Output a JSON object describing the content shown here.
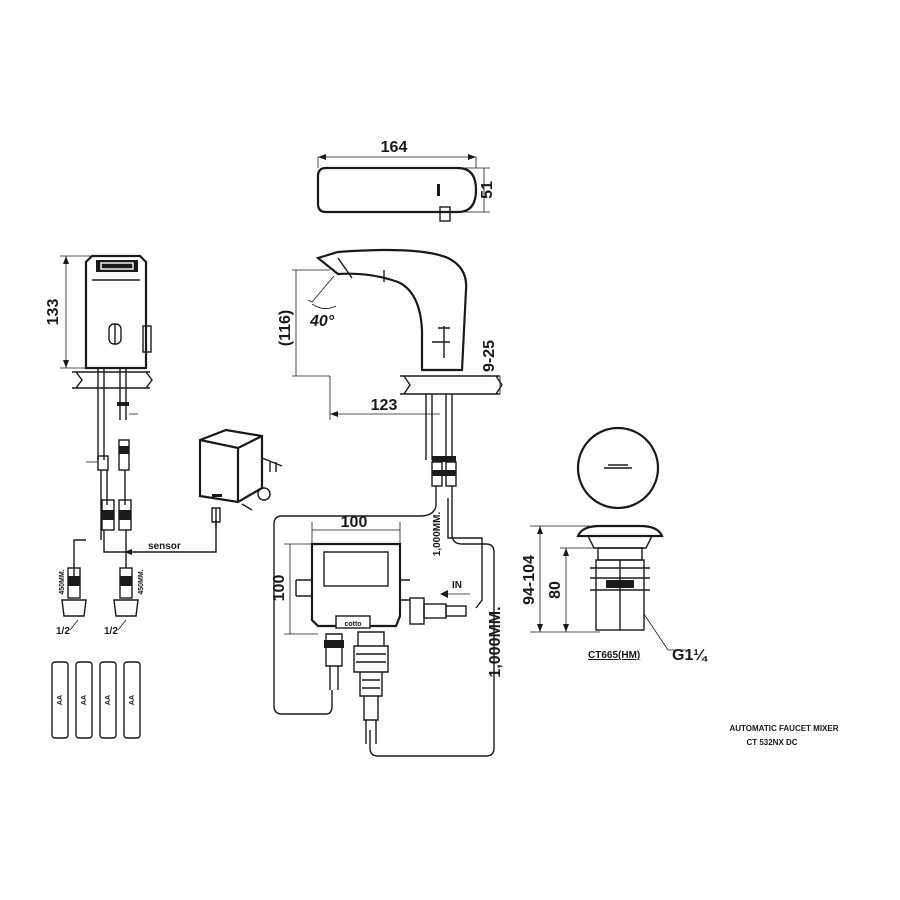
{
  "dimensions": {
    "top_width": "164",
    "top_depth": "51",
    "side_height": "133",
    "spout_height": "(116)",
    "spout_angle": "40°",
    "deck_thickness": "9-25",
    "spout_reach": "123",
    "box_width": "100",
    "box_height": "100",
    "hose_long_vertical": "1,000MM.",
    "hose_short": "1,000MM.",
    "hose_left_1": "450MM.",
    "hose_left_2": "450MM.",
    "thread_left_1": "1/2",
    "thread_left_2": "1/2",
    "drain_height_range": "94-104",
    "drain_height": "80",
    "drain_thread": "G1¼"
  },
  "labels": {
    "sensor": "sensor",
    "inlet": "IN",
    "brand": "cotto",
    "drain_model": "CT665(HM)"
  },
  "battery": {
    "text": "AA"
  },
  "title_block": {
    "line1": "AUTOMATIC  FAUCET MIXER",
    "line2": "CT 532NX DC"
  }
}
